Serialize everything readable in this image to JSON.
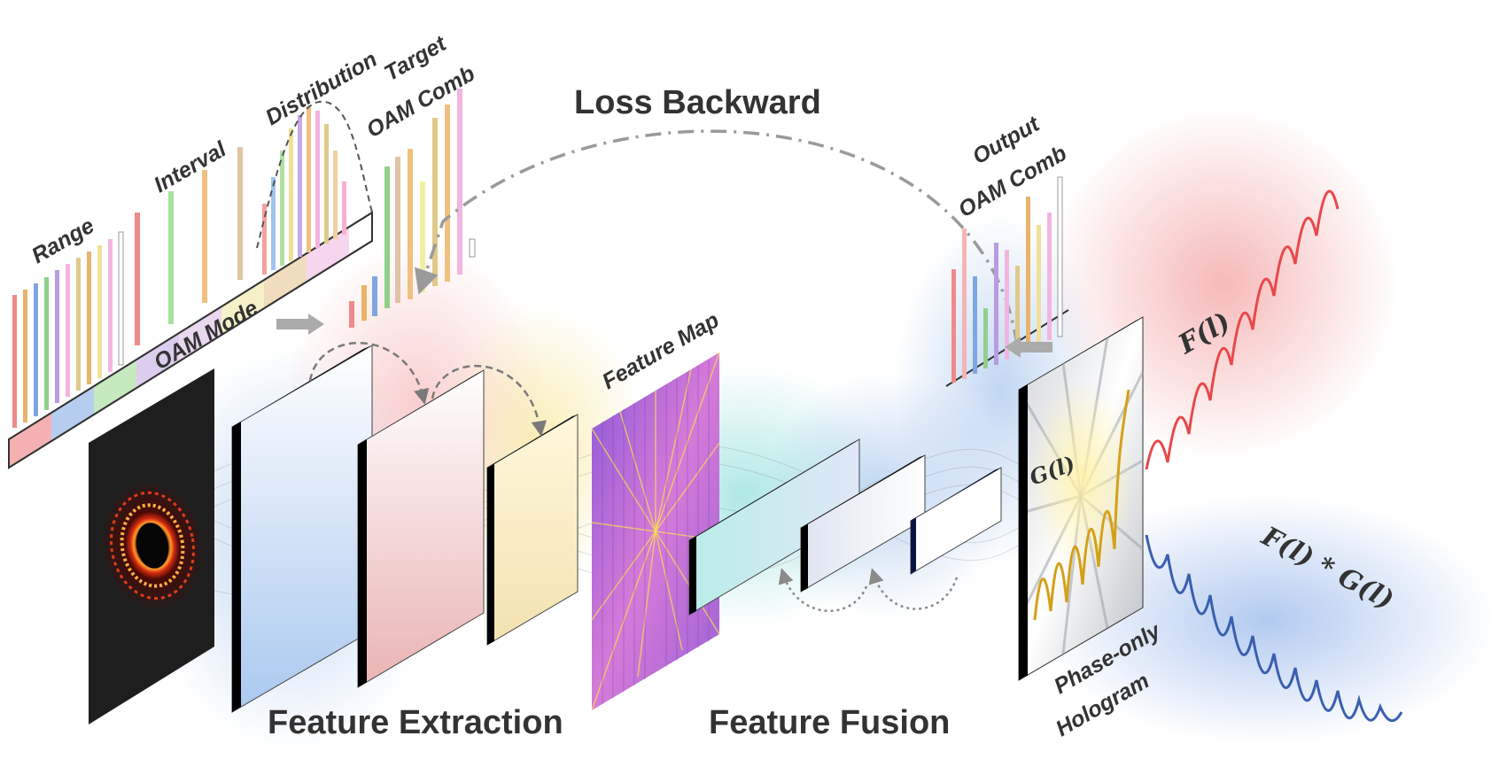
{
  "labels": {
    "range": "Range",
    "interval": "Interval",
    "distribution": "Distribution",
    "target_line1": "Target",
    "target_line2": "OAM Comb",
    "oam_mode": "OAM Mode",
    "loss_backward": "Loss Backward",
    "output_line1": "Output",
    "output_line2": "OAM Comb",
    "feature_map": "Feature Map",
    "feature_extraction": "Feature Extraction",
    "feature_fusion": "Feature Fusion",
    "hologram_line1": "Phase-only",
    "hologram_line2": "Hologram",
    "g_l": "G(l)",
    "f_l": "F(l)",
    "f_times_g": "F(l) * G(l)"
  },
  "colors": {
    "text": "#333333",
    "red_wave": "#e8484a",
    "blue_wave": "#3a5fb0",
    "gold_wave": "#d4a017",
    "arrow": "#999999"
  },
  "icons": {
    "input_beam": "oam-intensity-ring-image",
    "feature_map": "feature-map-image"
  }
}
